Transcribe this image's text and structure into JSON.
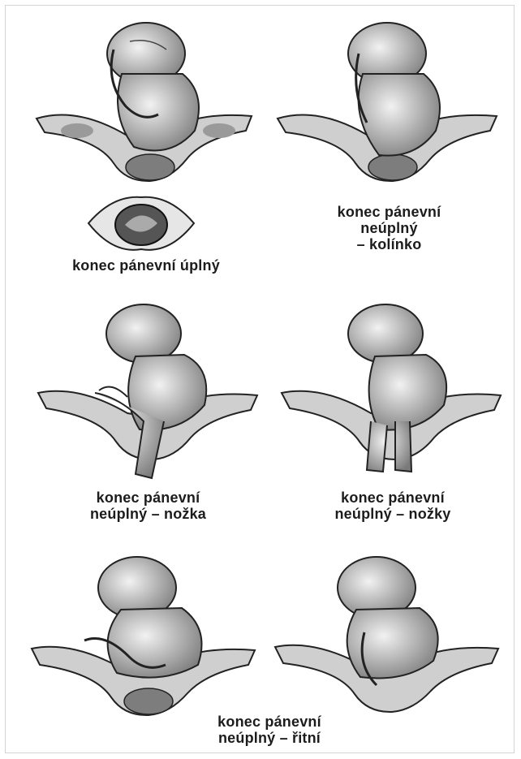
{
  "figures": [
    {
      "id": "complete",
      "caption_lines": [
        "konec pánevní úplný"
      ],
      "has_inset": true
    },
    {
      "id": "knee",
      "caption_lines": [
        "konec pánevní",
        "neúplný",
        "– kolínko"
      ]
    },
    {
      "id": "single-foot",
      "caption_lines": [
        "konec pánevní",
        "neúplný – nožka"
      ]
    },
    {
      "id": "both-feet",
      "caption_lines": [
        "konec pánevní",
        "neúplný – nožky"
      ]
    },
    {
      "id": "frank-left",
      "caption_lines": []
    },
    {
      "id": "frank-right",
      "caption_lines": [
        "konec pánevní",
        "neúplný – řitní"
      ]
    }
  ],
  "colors": {
    "ink": "#1c1c1c",
    "shade": "#8c8c8c",
    "light": "#d9d9d9",
    "bone": "#bdbdbd"
  }
}
